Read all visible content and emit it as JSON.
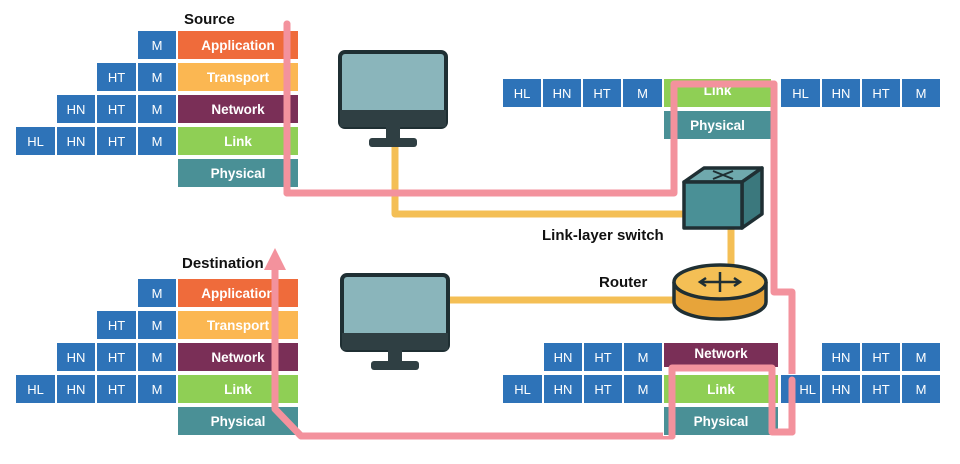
{
  "labels": {
    "source": "Source",
    "destination": "Destination",
    "switch": "Link-layer switch",
    "router": "Router"
  },
  "layers": {
    "application": "Application",
    "transport": "Transport",
    "network": "Network",
    "link": "Link",
    "physical": "Physical"
  },
  "headers": {
    "message": "M",
    "transport": "HT",
    "network": "HN",
    "link": "HL"
  },
  "colors": {
    "application": "#ef6b3b",
    "transport": "#fbb752",
    "network": "#7a2f57",
    "link": "#8fcf55",
    "physical": "#4a9096",
    "header": "#2e73b8",
    "wire": "#f4bf55",
    "path": "#f3929d",
    "device": "#4a9096"
  },
  "icons": {
    "computer": "computer-icon",
    "switch": "switch-icon",
    "router": "router-icon"
  }
}
